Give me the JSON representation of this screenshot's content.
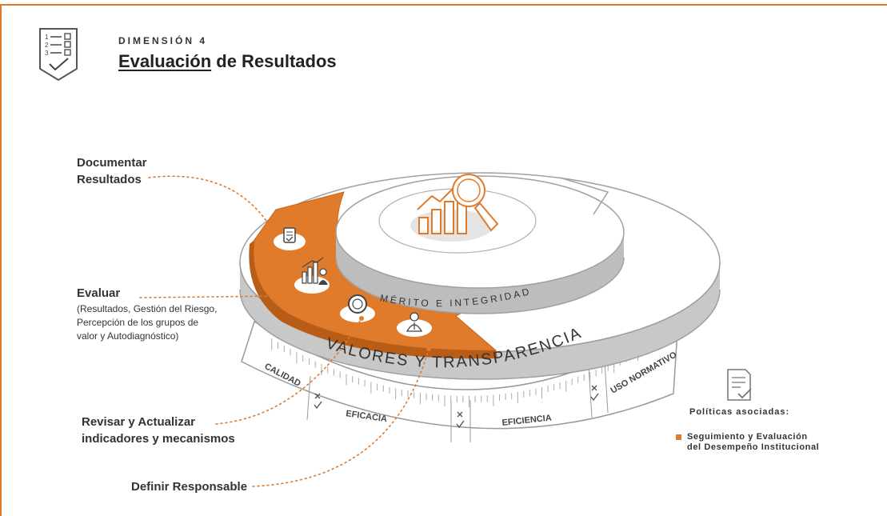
{
  "colors": {
    "accent": "#e07b2c",
    "ring_gray": "#c8c8c8",
    "text": "#333333"
  },
  "header": {
    "badge_icon": "numbered-checklist-icon",
    "dimension_label": "DIMENSIÓN 4",
    "title_underlined": "Evaluación",
    "title_rest": " de Resultados"
  },
  "steps": [
    {
      "id": "documentar",
      "lines": [
        "Documentar",
        "Resultados"
      ],
      "icon": "document-check-icon"
    },
    {
      "id": "evaluar",
      "title": "Evaluar",
      "detail": [
        "(Resultados, Gestión del Riesgo,",
        "Percepción de los grupos de",
        "valor y Autodiagnóstico)"
      ],
      "icon": "chart-person-icon"
    },
    {
      "id": "revisar",
      "lines": [
        "Revisar y Actualizar",
        "indicadores y mecanismos"
      ],
      "icon": "refresh-circle-icon"
    },
    {
      "id": "definir",
      "lines": [
        "Definir Responsable"
      ],
      "icon": "person-icon"
    }
  ],
  "center_icon": "bar-chart-magnifier-icon",
  "rings": {
    "inner": "MÉRITO E INTEGRIDAD",
    "outer": "VALORES Y TRANSPARENCIA"
  },
  "ruler": {
    "segments": [
      "CALIDAD",
      "EFICACIA",
      "EFICIENCIA",
      "USO NORMATIVO"
    ],
    "check_mark_icon": "cross-check-icon"
  },
  "policies": {
    "icon": "document-check-icon",
    "heading": "Políticas asociadas:",
    "items": [
      {
        "lines": [
          "Seguimiento y Evaluación",
          "del Desempeño Institucional"
        ]
      }
    ]
  }
}
